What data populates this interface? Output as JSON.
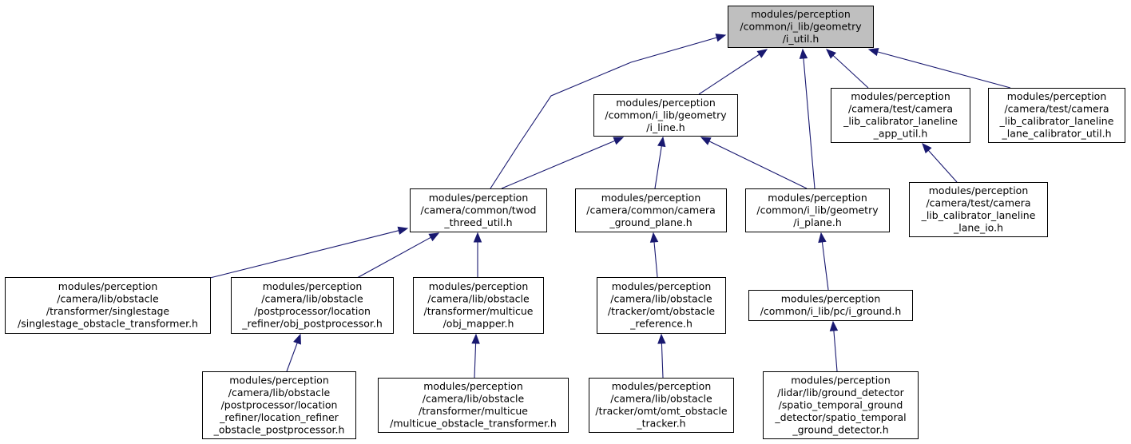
{
  "diagram": {
    "nodes": [
      {
        "id": "i_util",
        "root": true,
        "lines": [
          "modules/perception",
          "/common/i_lib/geometry",
          "/i_util.h"
        ]
      },
      {
        "id": "i_line",
        "lines": [
          "modules/perception",
          "/common/i_lib/geometry",
          "/i_line.h"
        ]
      },
      {
        "id": "laneline_app_util",
        "lines": [
          "modules/perception",
          "/camera/test/camera",
          "_lib_calibrator_laneline",
          "_app_util.h"
        ]
      },
      {
        "id": "lane_calibrator_util",
        "lines": [
          "modules/perception",
          "/camera/test/camera",
          "_lib_calibrator_laneline",
          "_lane_calibrator_util.h"
        ]
      },
      {
        "id": "twod_threed_util",
        "lines": [
          "modules/perception",
          "/camera/common/twod",
          "_threed_util.h"
        ]
      },
      {
        "id": "camera_ground_plane",
        "lines": [
          "modules/perception",
          "/camera/common/camera",
          "_ground_plane.h"
        ]
      },
      {
        "id": "i_plane",
        "lines": [
          "modules/perception",
          "/common/i_lib/geometry",
          "/i_plane.h"
        ]
      },
      {
        "id": "laneline_lane_io",
        "lines": [
          "modules/perception",
          "/camera/test/camera",
          "_lib_calibrator_laneline",
          "_lane_io.h"
        ]
      },
      {
        "id": "singlestage",
        "lines": [
          "modules/perception",
          "/camera/lib/obstacle",
          "/transformer/singlestage",
          "/singlestage_obstacle_transformer.h"
        ]
      },
      {
        "id": "obj_postprocessor",
        "lines": [
          "modules/perception",
          "/camera/lib/obstacle",
          "/postprocessor/location",
          "_refiner/obj_postprocessor.h"
        ]
      },
      {
        "id": "obj_mapper",
        "lines": [
          "modules/perception",
          "/camera/lib/obstacle",
          "/transformer/multicue",
          "/obj_mapper.h"
        ]
      },
      {
        "id": "obstacle_reference",
        "lines": [
          "modules/perception",
          "/camera/lib/obstacle",
          "/tracker/omt/obstacle",
          "_reference.h"
        ]
      },
      {
        "id": "i_ground",
        "lines": [
          "modules/perception",
          "/common/i_lib/pc/i_ground.h"
        ]
      },
      {
        "id": "location_refiner_obstacle_postprocessor",
        "lines": [
          "modules/perception",
          "/camera/lib/obstacle",
          "/postprocessor/location",
          "_refiner/location_refiner",
          "_obstacle_postprocessor.h"
        ]
      },
      {
        "id": "multicue_obstacle_transformer",
        "lines": [
          "modules/perception",
          "/camera/lib/obstacle",
          "/transformer/multicue",
          "/multicue_obstacle_transformer.h"
        ]
      },
      {
        "id": "omt_obstacle_tracker",
        "lines": [
          "modules/perception",
          "/camera/lib/obstacle",
          "/tracker/omt/omt_obstacle",
          "_tracker.h"
        ]
      },
      {
        "id": "spatio_temporal_ground_detector",
        "lines": [
          "modules/perception",
          "/lidar/lib/ground_detector",
          "/spatio_temporal_ground",
          "_detector/spatio_temporal",
          "_ground_detector.h"
        ]
      }
    ],
    "edges": [
      {
        "from": "i_line",
        "to": "i_util"
      },
      {
        "from": "twod_threed_util",
        "to": "i_util"
      },
      {
        "from": "i_plane",
        "to": "i_util"
      },
      {
        "from": "laneline_app_util",
        "to": "i_util"
      },
      {
        "from": "lane_calibrator_util",
        "to": "i_util"
      },
      {
        "from": "twod_threed_util",
        "to": "i_line"
      },
      {
        "from": "camera_ground_plane",
        "to": "i_line"
      },
      {
        "from": "i_plane",
        "to": "i_line"
      },
      {
        "from": "laneline_lane_io",
        "to": "laneline_app_util"
      },
      {
        "from": "singlestage",
        "to": "twod_threed_util"
      },
      {
        "from": "obj_postprocessor",
        "to": "twod_threed_util"
      },
      {
        "from": "obj_mapper",
        "to": "twod_threed_util"
      },
      {
        "from": "obstacle_reference",
        "to": "camera_ground_plane"
      },
      {
        "from": "i_ground",
        "to": "i_plane"
      },
      {
        "from": "location_refiner_obstacle_postprocessor",
        "to": "obj_postprocessor"
      },
      {
        "from": "multicue_obstacle_transformer",
        "to": "obj_mapper"
      },
      {
        "from": "omt_obstacle_tracker",
        "to": "obstacle_reference"
      },
      {
        "from": "spatio_temporal_ground_detector",
        "to": "i_ground"
      }
    ]
  }
}
